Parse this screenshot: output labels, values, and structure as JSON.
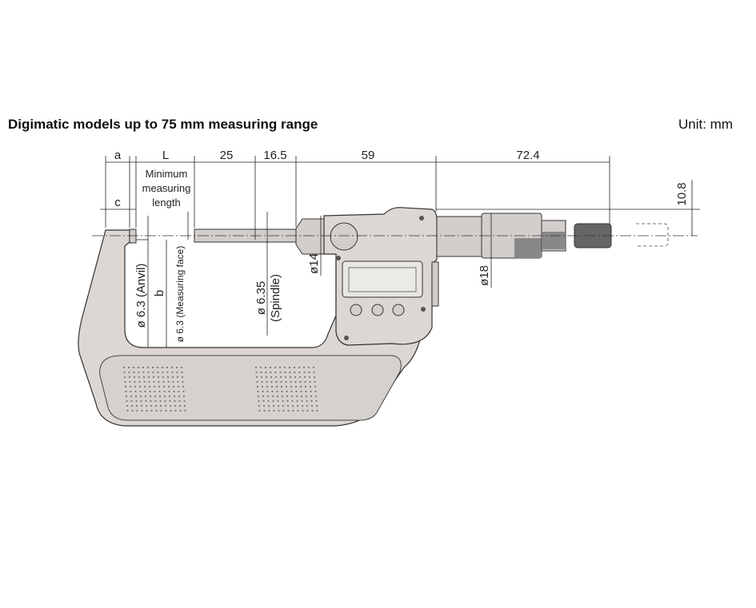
{
  "title": "Digimatic models up to 75 mm measuring range",
  "unit": "Unit: mm",
  "dimensions": {
    "a": "a",
    "L": "L",
    "d25": "25",
    "d16_5": "16.5",
    "d59": "59",
    "d72_4": "72.4",
    "d10_8": "10.8",
    "c": "c",
    "b": "b",
    "min_line1": "Minimum",
    "min_line2": "measuring",
    "min_line3": "length",
    "anvil": "ø 6.3 (Anvil)",
    "measuring_face": "ø 6.3 (Measuring face)",
    "spindle_dia": "ø 6.35",
    "spindle_label": "(Spindle)",
    "d14": "ø14",
    "d18": "ø18"
  }
}
